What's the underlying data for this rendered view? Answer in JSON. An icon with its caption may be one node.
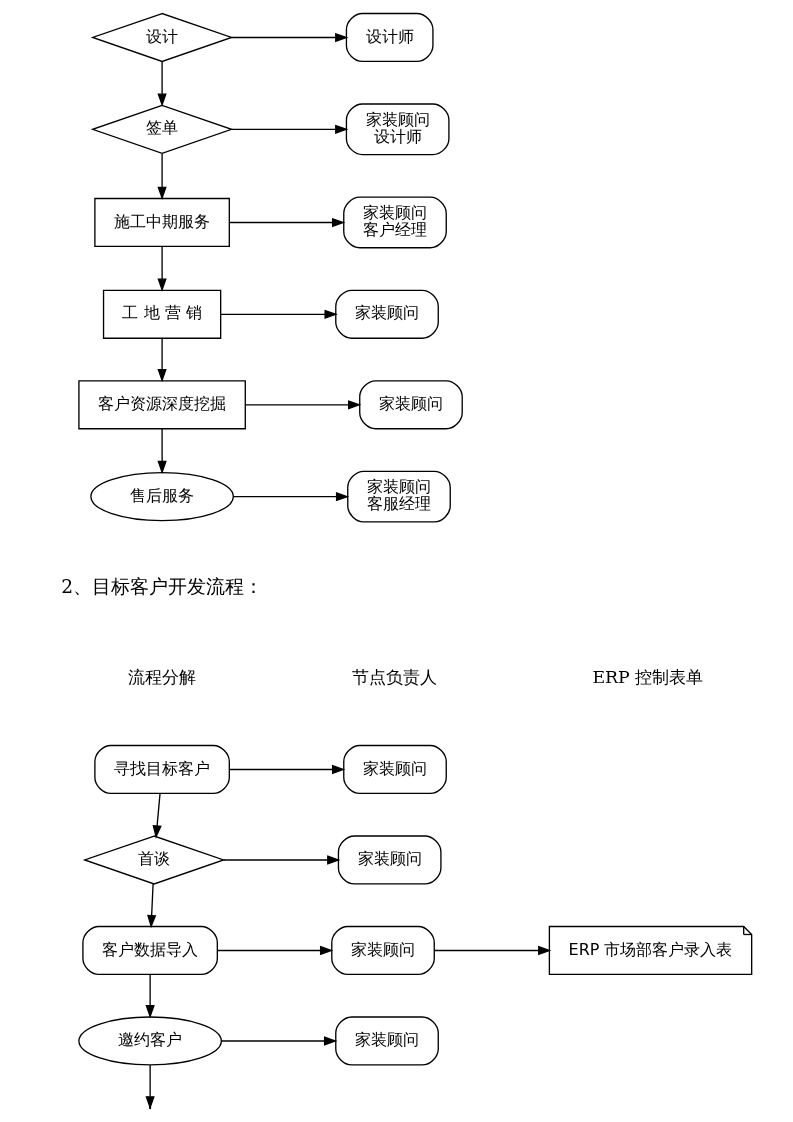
{
  "diagram": {
    "nodes": [
      {
        "text": [
          "设计"
        ]
      },
      {
        "text": [
          "设计师"
        ]
      },
      {
        "text": [
          "签单"
        ]
      },
      {
        "text": [
          "家装顾问",
          "设计师"
        ]
      },
      {
        "text": [
          "施工中期服务"
        ]
      },
      {
        "text": [
          "家装顾问",
          "客户经理"
        ]
      },
      {
        "text": [
          "工 地 营 销"
        ]
      },
      {
        "text": [
          "家装顾问"
        ]
      },
      {
        "text": [
          "客户资源深度挖掘"
        ]
      },
      {
        "text": [
          "家装顾问"
        ]
      },
      {
        "text": [
          "售后服务"
        ]
      },
      {
        "text": [
          "家装顾问",
          "客服经理"
        ]
      },
      {
        "text": [
          "寻找目标客户"
        ]
      },
      {
        "text": [
          "家装顾问"
        ]
      },
      {
        "text": [
          "首谈"
        ]
      },
      {
        "text": [
          "家装顾问"
        ]
      },
      {
        "text": [
          "客户数据导入"
        ]
      },
      {
        "text": [
          "家装顾问"
        ]
      },
      {
        "text": [
          "ERP 市场部客户录入表"
        ]
      },
      {
        "text": [
          "邀约客户"
        ]
      },
      {
        "text": [
          "家装顾问"
        ]
      }
    ],
    "edges": [
      {
        "from": 0,
        "to": 2,
        "arrow": "to"
      },
      {
        "from": 2,
        "to": 4,
        "arrow": "to"
      },
      {
        "from": 4,
        "to": 6,
        "arrow": "to"
      },
      {
        "from": 6,
        "to": 8,
        "arrow": "to"
      },
      {
        "from": 8,
        "to": 10,
        "arrow": "to"
      },
      {
        "from": 0,
        "to": 1,
        "arrow": "to"
      },
      {
        "from": 2,
        "to": 3,
        "arrow": "to"
      },
      {
        "from": 4,
        "to": 5,
        "arrow": "to"
      },
      {
        "from": 6,
        "to": 7,
        "arrow": "to"
      },
      {
        "from": 8,
        "to": 9,
        "arrow": "to"
      },
      {
        "from": 10,
        "to": 11,
        "arrow": "to"
      },
      {
        "from": 12,
        "to": 14,
        "arrow": "to"
      },
      {
        "from": 14,
        "to": 16,
        "arrow": "to"
      },
      {
        "from": 16,
        "to": 19,
        "arrow": "to"
      },
      {
        "from": 19,
        "to": null,
        "arrow": "to"
      },
      {
        "from": 12,
        "to": 13,
        "arrow": "to"
      },
      {
        "from": 14,
        "to": 15,
        "arrow": "to"
      },
      {
        "from": 16,
        "to": 17,
        "arrow": "to"
      },
      {
        "from": 17,
        "to": 18,
        "arrow": "to"
      },
      {
        "from": 19,
        "to": 20,
        "arrow": "to"
      }
    ],
    "labels": [
      "2、目标客户开发流程：",
      "流程分解",
      "节点负责人",
      "ERP 控制表单"
    ]
  }
}
